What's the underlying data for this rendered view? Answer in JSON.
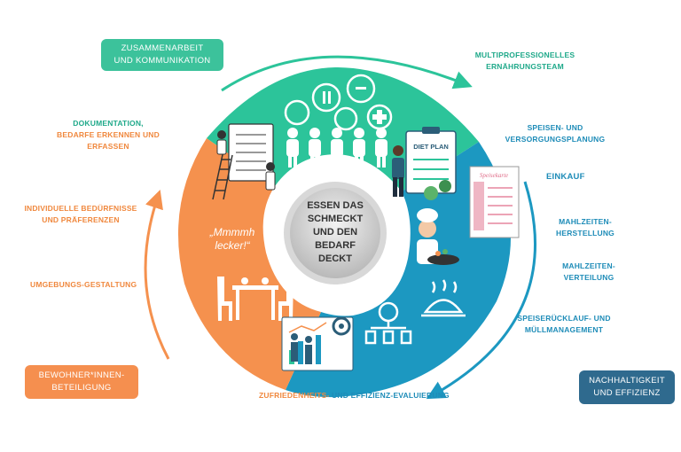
{
  "colors": {
    "teal": "#2cc49a",
    "orange": "#f5914e",
    "blue": "#1c98c1",
    "center": "#c9c9c9",
    "box_teal": "#3cc29b",
    "box_orange": "#f58f4f",
    "box_navy": "#2f6a8e"
  },
  "center_text": [
    "ESSEN DAS",
    "SCHMECKT",
    "UND DEN",
    "BEDARF",
    "DECKT"
  ],
  "quote": [
    "„Mmmmh",
    "lecker!“"
  ],
  "diet_plan_label": "DIET PLAN",
  "menu_card_label": "Speisekarte",
  "boxes": {
    "collab": [
      "ZUSAMMENARBEIT",
      "UND KOMMUNIKATION"
    ],
    "resident": [
      "BEWOHNER*INNEN-",
      "BETEILIGUNG"
    ],
    "sustain": [
      "NACHHALTIGKEIT",
      "UND EFFIZIENZ"
    ]
  },
  "labels": {
    "team": [
      "MULTIPROFESSIONELLES",
      "ERNÄHRUNGSTEAM"
    ],
    "planning": [
      "SPEISEN- UND",
      "VERSORGUNGSPLANUNG"
    ],
    "purchase": "EINKAUF",
    "production": [
      "MAHLZEITEN-",
      "HERSTELLUNG"
    ],
    "distribution": [
      "MAHLZEITEN-",
      "VERTEILUNG"
    ],
    "waste": [
      "SPEISERÜCKLAUF- UND",
      "MÜLLMANAGEMENT"
    ],
    "evaluation_a": "ZUFRIEDENHEITS-",
    "evaluation_b": " UND EFFIZIENZ-EVALUIERUNG",
    "documentation": [
      "DOKUMENTATION,",
      "BEDARFE ERKENNEN UND",
      "ERFASSEN"
    ],
    "needs": [
      "INDIVIDUELLE BEDÜRFNISSE",
      "UND PRÄFERENZEN"
    ],
    "environment": "UMGEBUNGS-GESTALTUNG"
  }
}
